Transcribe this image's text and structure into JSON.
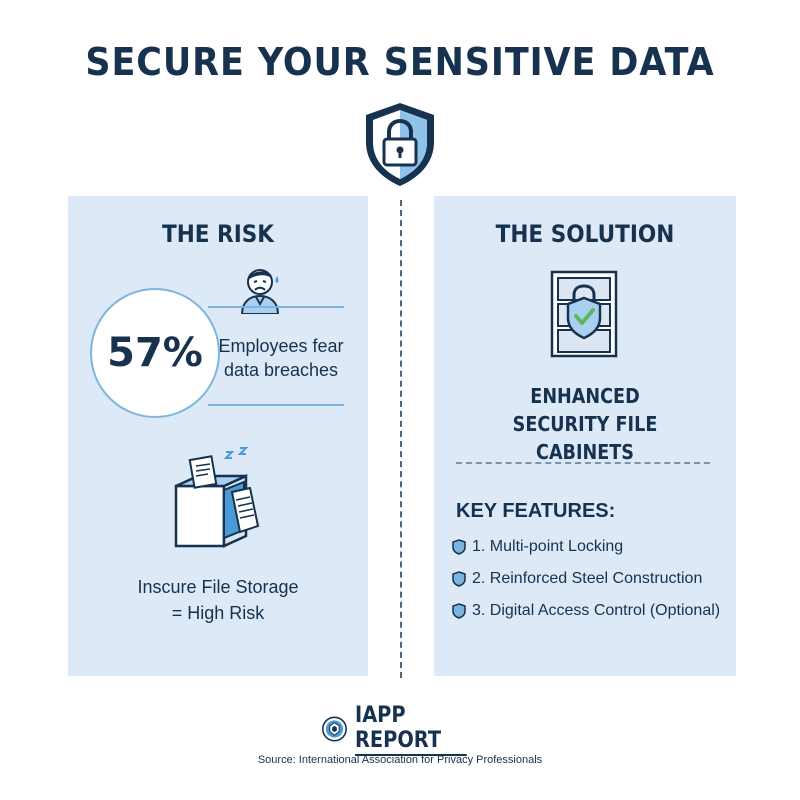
{
  "title": "SECURE YOUR SENSITIVE DATA",
  "risk": {
    "heading": "THE RISK",
    "stat_value": "57%",
    "stat_text": "Employees fear data breaches",
    "caption": "Inscure File Storage = High Risk"
  },
  "solution": {
    "heading": "THE SOLUTION",
    "caption": "ENHANCED SECURITY FILE CABINETS",
    "features_heading": "KEY FEATURES:",
    "features": [
      "1. Multi-point Locking",
      "2. Reinforced Steel Construction",
      "3. Digital Access Control (Optional)"
    ]
  },
  "footer": {
    "report": "IAPP REPORT",
    "source": "Source: International Association for Privacy Professionals"
  },
  "icons": {
    "header": "shield-lock-icon",
    "risk_person": "worried-person-icon",
    "risk_storage": "open-file-box-icon",
    "solution_cabinet": "secure-cabinet-icon",
    "feature_bullet": "shield-bullet-icon",
    "footer_logo": "iapp-logo-icon"
  },
  "colors": {
    "navy": "#16324f",
    "panel": "#dde9f6",
    "accent": "#7db5e0",
    "check": "#5cb85c"
  }
}
